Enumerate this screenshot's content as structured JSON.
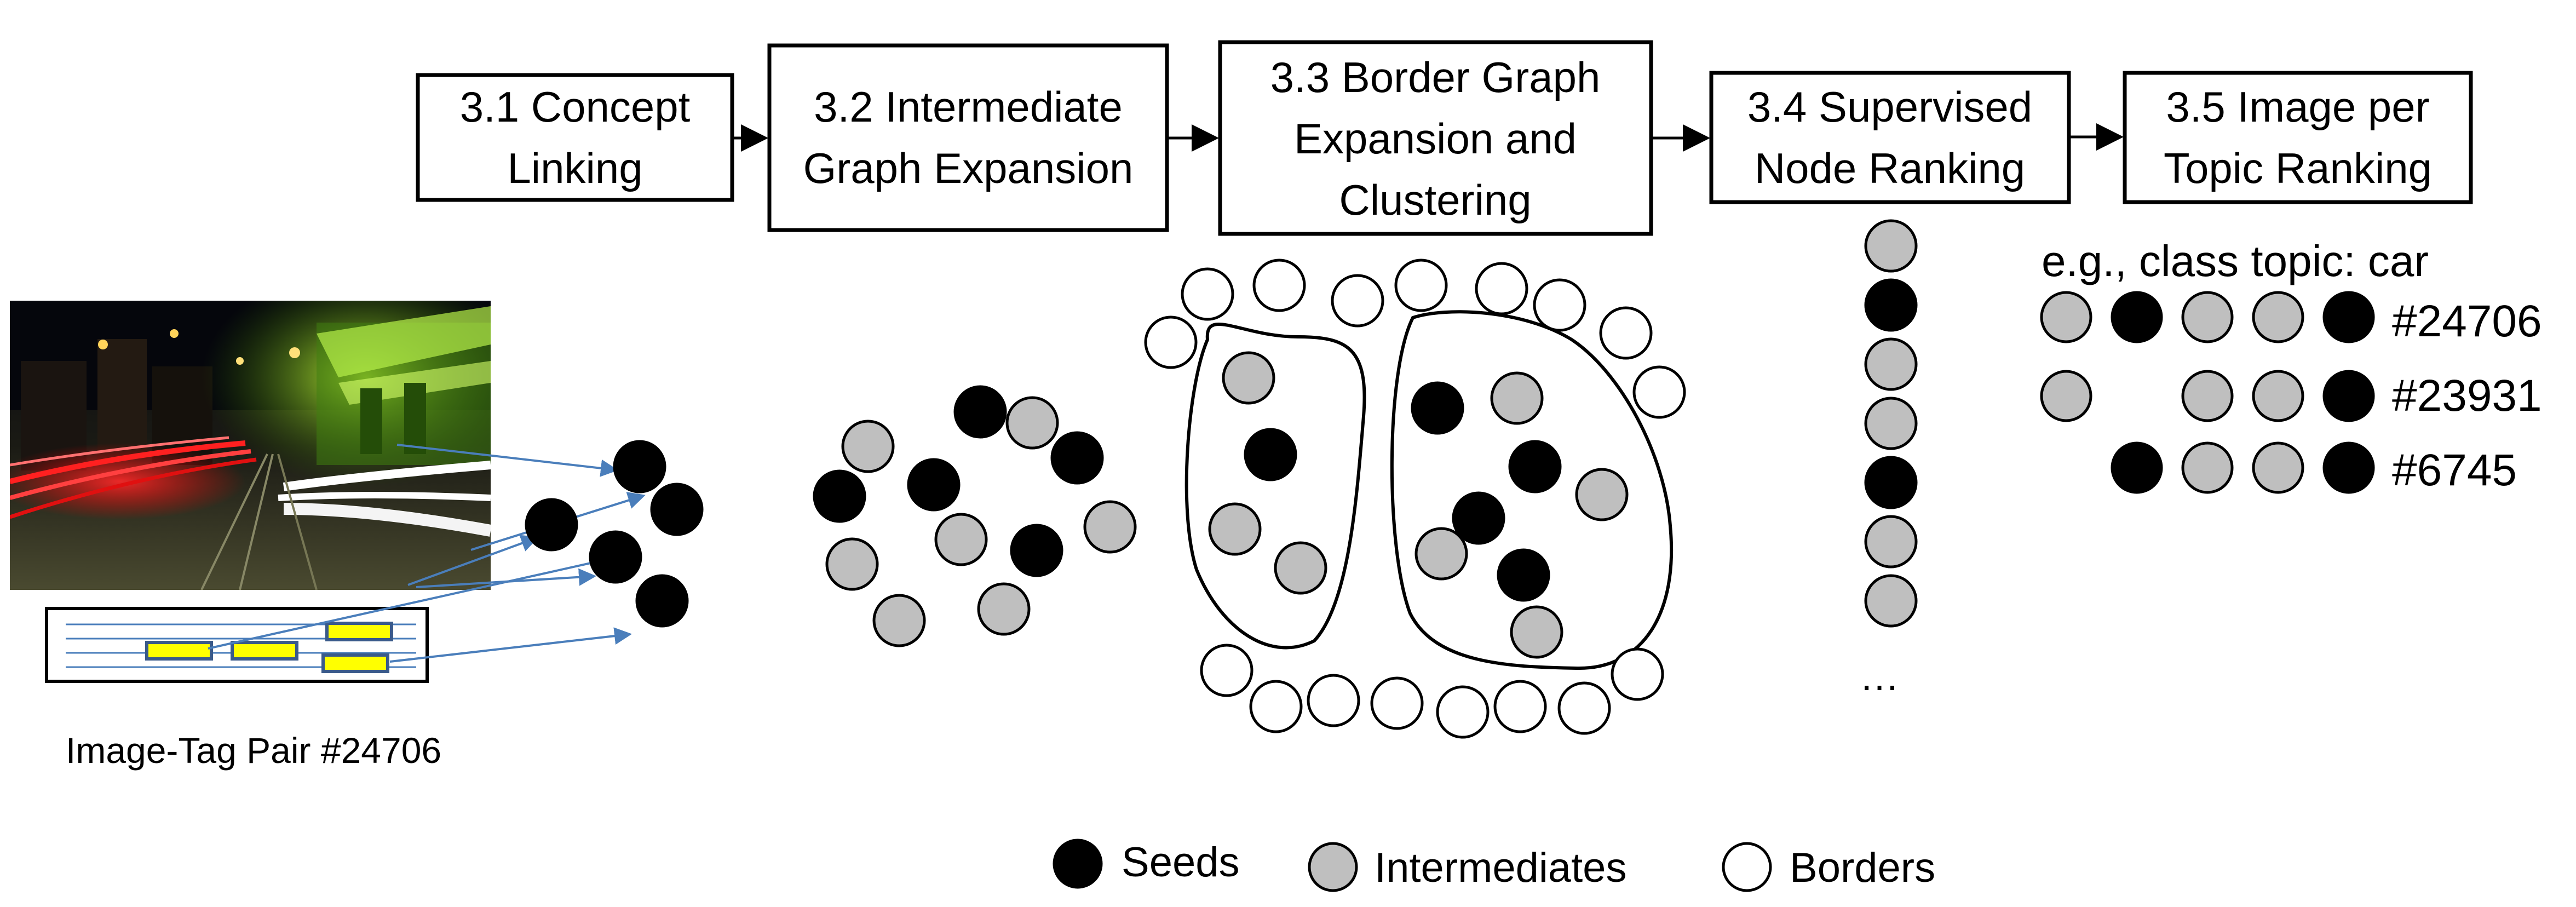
{
  "steps": [
    {
      "lines": [
        "3.1 Concept",
        "Linking"
      ]
    },
    {
      "lines": [
        "3.2 Intermediate",
        "Graph Expansion"
      ]
    },
    {
      "lines": [
        "3.3 Border Graph",
        "Expansion and",
        "Clustering"
      ]
    },
    {
      "lines": [
        "3.4 Supervised",
        "Node Ranking"
      ]
    },
    {
      "lines": [
        "3.5 Image per",
        "Topic Ranking"
      ]
    }
  ],
  "image_caption": "Image-Tag Pair #24706",
  "ranking_ellipsis": "…",
  "topic_example": {
    "heading": "e.g., class topic: car",
    "rows": [
      {
        "id": "#24706",
        "nodes": [
          "intermediate",
          "seed",
          "intermediate",
          "intermediate",
          "seed"
        ]
      },
      {
        "id": "#23931",
        "nodes": [
          "intermediate",
          "",
          "intermediate",
          "intermediate",
          "seed"
        ]
      },
      {
        "id": "#6745",
        "nodes": [
          "",
          "seed",
          "intermediate",
          "intermediate",
          "seed"
        ]
      }
    ]
  },
  "legend": [
    {
      "type": "seed",
      "label": "Seeds"
    },
    {
      "type": "intermediate",
      "label": "Intermediates"
    },
    {
      "type": "border",
      "label": "Borders"
    }
  ],
  "colors": {
    "seed": "#000000",
    "intermediate": "#bfbfbf",
    "border": "#ffffff",
    "arrow_blue": "#4a7ebb",
    "tag_yellow": "#ffff00",
    "tag_outline": "#3a5a8a"
  }
}
